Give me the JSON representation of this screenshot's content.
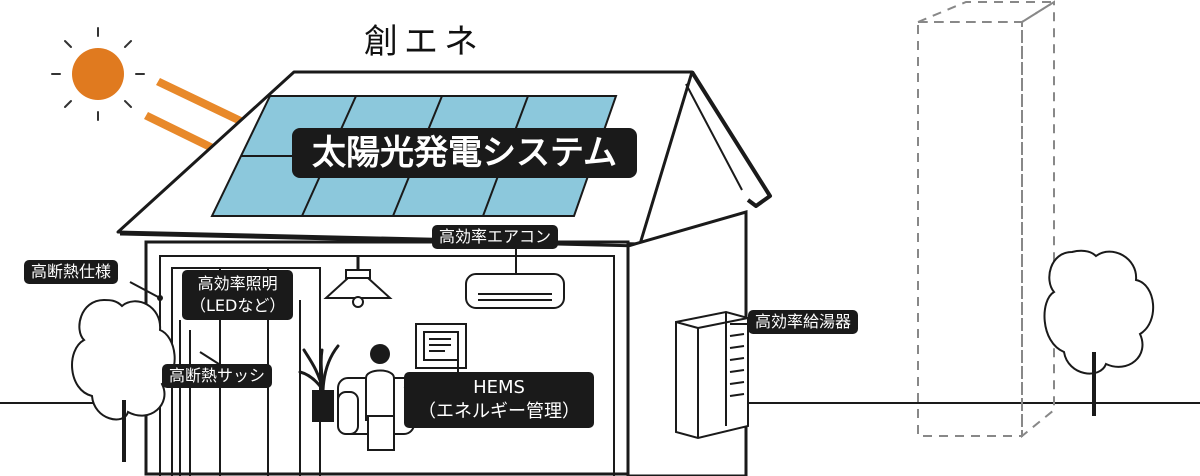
{
  "title": "創エネ",
  "labels": {
    "solar": "太陽光発電システム",
    "insulation": "高断熱仕様",
    "lighting_line1": "高効率照明",
    "lighting_line2": "（LEDなど）",
    "aircon": "高効率エアコン",
    "water_heater": "高効率給湯器",
    "sash": "高断熱サッシ",
    "hems_line1": "HEMS",
    "hems_line2": "（エネルギー管理）"
  },
  "colors": {
    "sun": "#E07A1F",
    "arrow": "#E8892A",
    "panel": "#8CC8DC",
    "line": "#1a1a1a",
    "label_bg": "#1a1a1a",
    "label_text": "#ffffff"
  },
  "icons": [
    "sun-icon",
    "lamp-icon",
    "aircon-icon",
    "monitor-icon",
    "plant-icon",
    "tree-icon",
    "water-heater-icon"
  ]
}
